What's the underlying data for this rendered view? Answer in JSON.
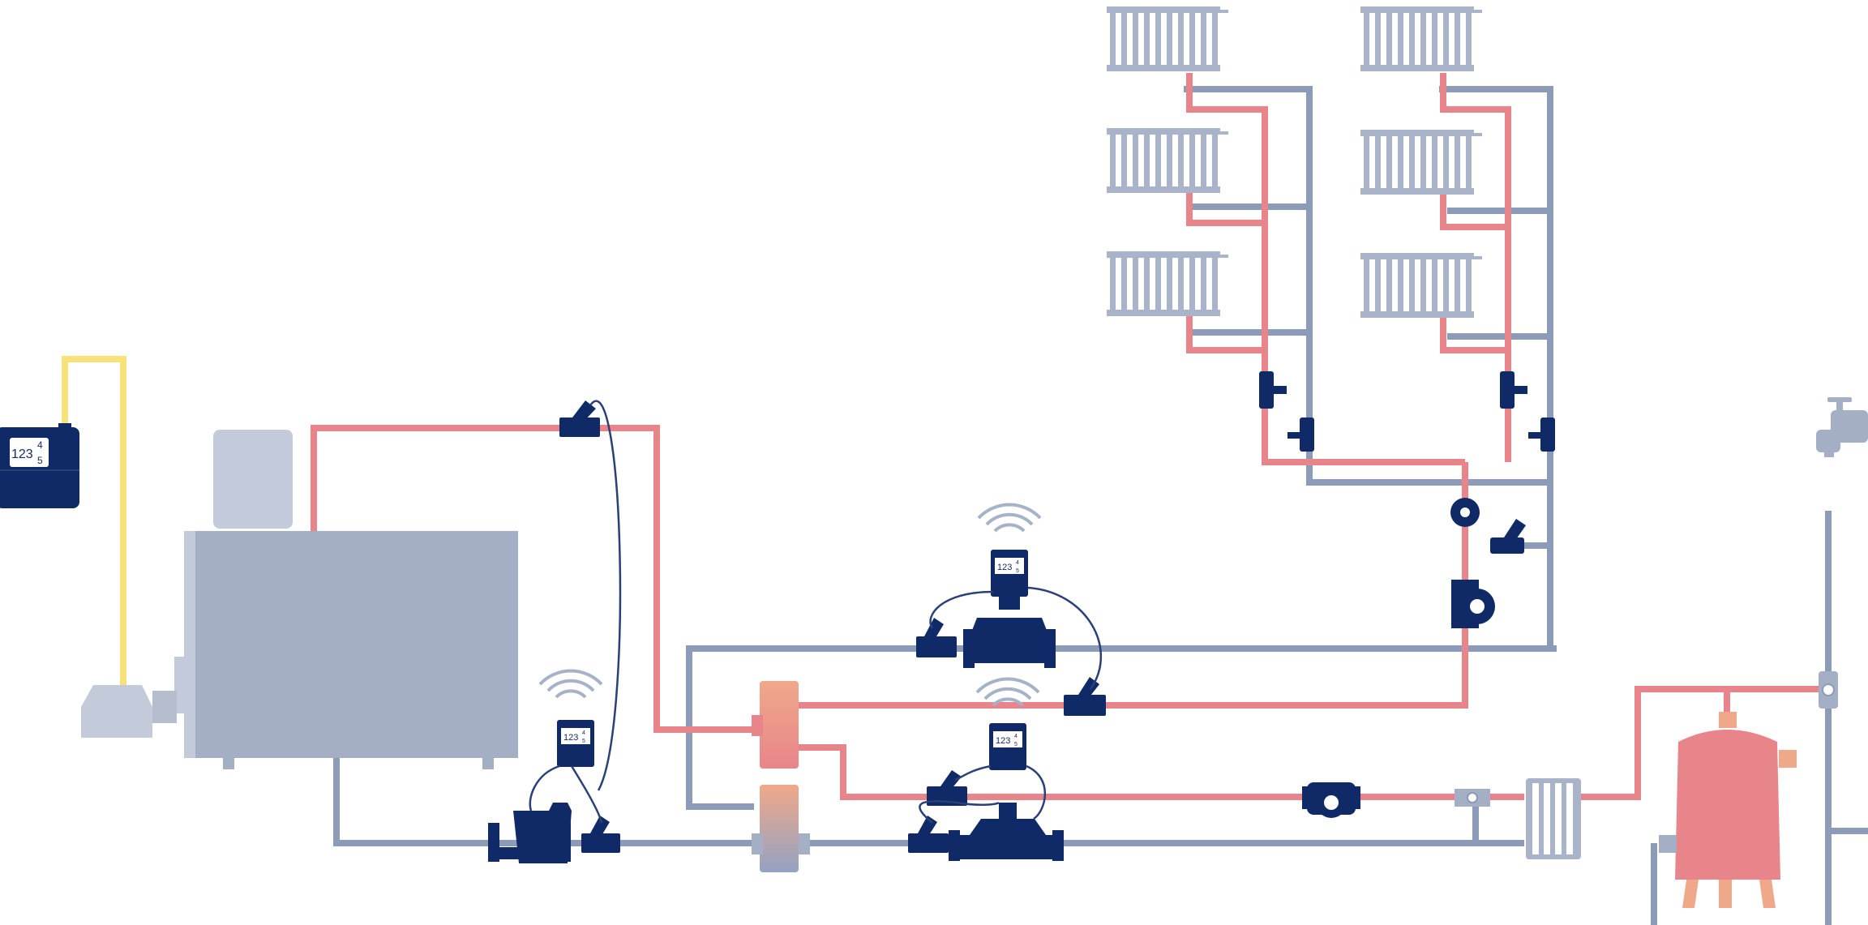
{
  "colors": {
    "hot_pipe": "#e8858a",
    "cold_pipe": "#8c9bb8",
    "gas_pipe": "#f7e27a",
    "device_navy": "#0f2a66",
    "device_light": "#a6b2c8",
    "radiator": "#a9b3c9",
    "tank": "#e8858a",
    "heat_exchanger_warm": "#f0a38a"
  },
  "gas_meter": {
    "digits": "123",
    "sup": "4",
    "sub": "5"
  },
  "smart_meters": [
    {
      "digits": "123",
      "sup": "4",
      "sub": "5"
    },
    {
      "digits": "123",
      "sup": "4",
      "sub": "5"
    },
    {
      "digits": "123",
      "sup": "4",
      "sub": "5"
    }
  ],
  "icons": [
    "gas-meter-icon",
    "boiler-icon",
    "burner-icon",
    "radiator-icon",
    "circulation-pump-icon",
    "flow-meter-icon",
    "temperature-sensor-icon",
    "strainer-icon",
    "balancing-valve-icon",
    "water-tap-icon",
    "hot-water-cylinder-icon",
    "plate-heat-exchanger-icon",
    "wireless-signal-icon"
  ]
}
